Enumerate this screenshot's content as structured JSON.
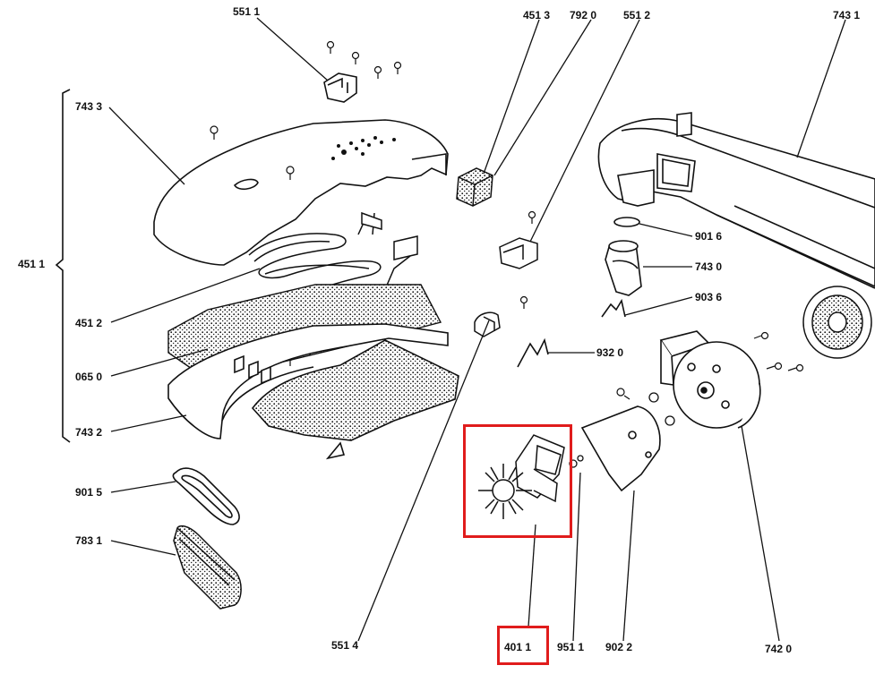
{
  "labels": {
    "p5511": "551 1",
    "p4513": "451 3",
    "p7920": "792 0",
    "p5512": "551 2",
    "p7431": "743 1",
    "p7433": "743 3",
    "p4511": "451 1",
    "p4512": "451 2",
    "p0650": "065 0",
    "p7432": "743 2",
    "p9015": "901 5",
    "p7831": "783 1",
    "p5514": "551 4",
    "p4011": "401 1",
    "p9511": "951 1",
    "p9022": "902 2",
    "p7420": "742 0",
    "p9016": "901 6",
    "p7430": "743 0",
    "p9036": "903 6",
    "p9320": "932 0"
  },
  "highlight": {
    "color": "#e01c1c",
    "highlighted_parts": [
      "401 1"
    ]
  }
}
